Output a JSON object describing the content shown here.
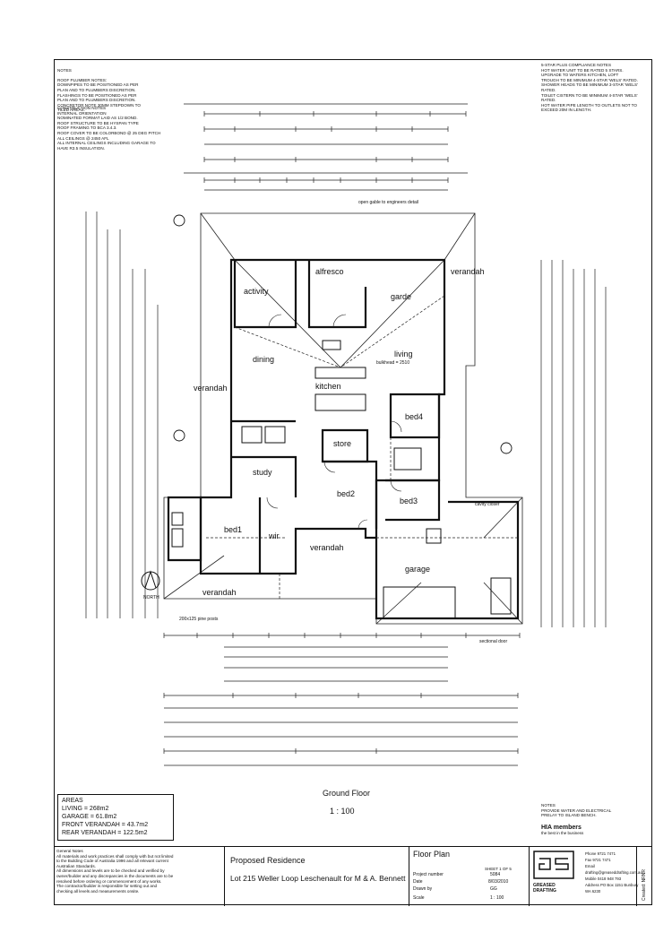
{
  "notes_left": {
    "heading": "NOTES",
    "text": "ROOF PLUMBER NOTES:\nDOWNPIPES TO BE POSITIONED AS PER\nPLAN AND TO PLUMBERS DISCRETION.\nFLASHINGS TO BE POSITIONED AS PER\nPLAN AND TO PLUMBERS DISCRETION.\nCONCRETOR NOTE 30MM STEPDOWN TO\nTILED AREAS."
  },
  "construction_notes": "CONSTRUCTION NOTES\nINTERNAL ORIENTATION\nNOMINATED FORMAT LAID AS 1/2 BOND.\nROOF STRUCTURE TO BE HYSPAN TYPE\nROOF FRAMING TO BCA 3.4.3.\nROOF COVER TO BE COLORBOND @ 25 DEG PITCH\nALL CEILINGS @ 2450 AFL\nALL INTERNAL CEILINGS INCLUDING GARAGE TO\nHAVE R3.5 INSULATION.",
  "notes_right": "5-STAR PLUS COMPLIANCE NOTES\nHOT WATER UNIT TO BE RATED 5 STARS.\nUPGRADE TO WATERS KITCHEN, LOFT\nTROUGH TO BE MINIMUM 4-STAR 'WELS' RATED.\nSHOWER HEADS TO BE MINIMUM 3-STAR 'WELS'\nRATED.\nTOILET CISTERN TO BE MINIMUM 4-STAR 'WELS'\nRATED.\nHOT WATER PIPE LENGTH TO OUTLETS NOT TO\nEXCEED 20M IN LENGTH.",
  "rooms": {
    "activity": "activity",
    "alfresco": "alfresco",
    "garden": "garde",
    "living": "living",
    "dining": "dining",
    "kitchen": "kitchen",
    "bed4": "bed4",
    "store": "store",
    "study": "study",
    "bed2": "bed2",
    "bed3": "bed3",
    "bed1": "bed1",
    "wir": "wir",
    "verandah_front": "verandah",
    "verandah_left": "verandah",
    "verandah_right": "verandah",
    "verandah_bottom": "verandah",
    "garage": "garage"
  },
  "plan_notes": {
    "open_gable": "open gable to engineers detail",
    "north": "NORTH",
    "bulkhead": "bulkhead = 2510",
    "posts": "200x125 pine posts",
    "car_door": "sectional door",
    "cavity_closer": "cavity closer"
  },
  "drawing_title": "Ground Floor",
  "scale_text": "1 : 100",
  "areas": {
    "heading": "AREAS",
    "living": "LIVING = 268m2",
    "garage": "GARAGE = 61.8m2",
    "front_verandah": "FRONT VERANDAH = 43.7m2",
    "rear_verandah": "REAR VERANDAH = 122.5m2"
  },
  "note_right_bottom": "NOTES\nPROVIDE WATER AND ELECTRICAL\nPRELAY TO ISLAND BENCH.",
  "membership": "HIA members",
  "membership_sub": "the best in the business",
  "general_notes": "General Notes\nAll materials and work practices shall comply with but not limited\nto the Building Code of Australia 1996 and all relevant current\nAustralian Standards.\nAll dimensions and levels are to be checked and verified by\nowner/builder and any discrepancies in the documents are to be\nresolved before ordering or commencement of any works.\nThe contractor/builder is responsible for setting out and\nchecking all levels and measurements onsite.",
  "project_title": "Proposed Residence",
  "project_address": "Lot 215 Weller Loop Leschenault for M & A. Bennett",
  "sheet_title": "Floor Plan",
  "sheet_no": "SHEET 1 OF 5",
  "project_number_label": "Project number",
  "project_number": "5084",
  "date_label": "Date",
  "date": "8/03/2010",
  "drawn_label": "Drawn by",
  "drawn": "GG",
  "scale_label": "Scale",
  "scale_value": "1 : 100",
  "company": "GREASED DRAFTING",
  "contact_labels": [
    "Phone",
    "Fax",
    "Email",
    "Mobile",
    "Address"
  ],
  "contact_values": [
    "9721 7471",
    "9721 7471",
    "drafting@greaseddrafting.com.au",
    "0418 948 793",
    "PO Box 1151 Bunbury WA 6230"
  ],
  "side_stamp": "Created: NRNR"
}
